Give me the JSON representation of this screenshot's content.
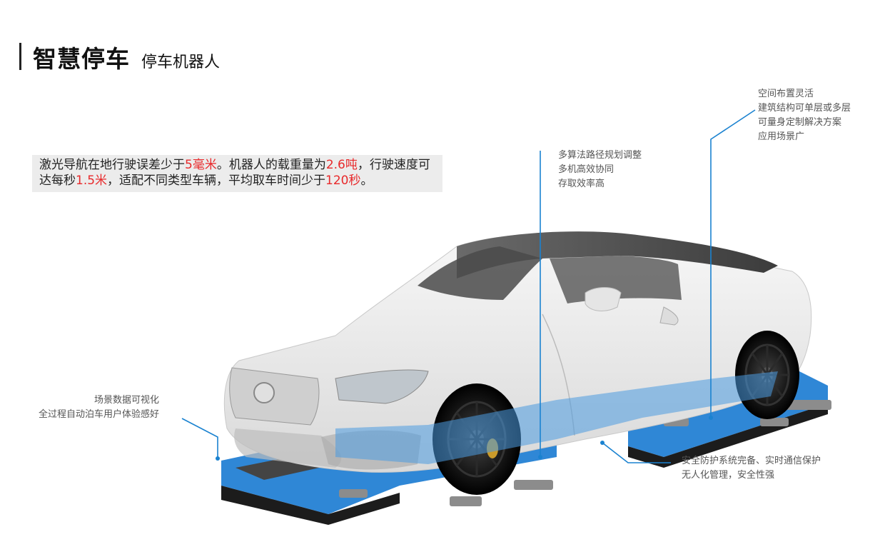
{
  "header": {
    "title": "智慧停车",
    "subtitle": "停车机器人"
  },
  "description": {
    "p1": "激光导航在地行驶误差少于",
    "v1": "5毫米",
    "p2": "。机器人的载重量为",
    "v2": "2.6吨",
    "p3": "，行驶速度可达每秒",
    "v3": "1.5米",
    "p4": "，适配不同类型车辆，平均取车时间少于",
    "v4": "120秒",
    "p5": "。"
  },
  "callouts": {
    "layout": [
      "空间布置灵活",
      "建筑结构可单层或多层",
      "可量身定制解决方案",
      "应用场景广"
    ],
    "algorithm": [
      "多算法路径规划调整",
      "多机高效协同",
      "存取效率高"
    ],
    "visual": [
      "场景数据可视化",
      "全过程自动泊车用户体验感好"
    ],
    "safety": [
      "安全防护系统完备、实时通信保护",
      "无人化管理，安全性强"
    ]
  },
  "colors": {
    "accent_blue": "#1a82d0",
    "highlight_red": "#e8292b",
    "robot_blue": "#2a7fd4"
  }
}
